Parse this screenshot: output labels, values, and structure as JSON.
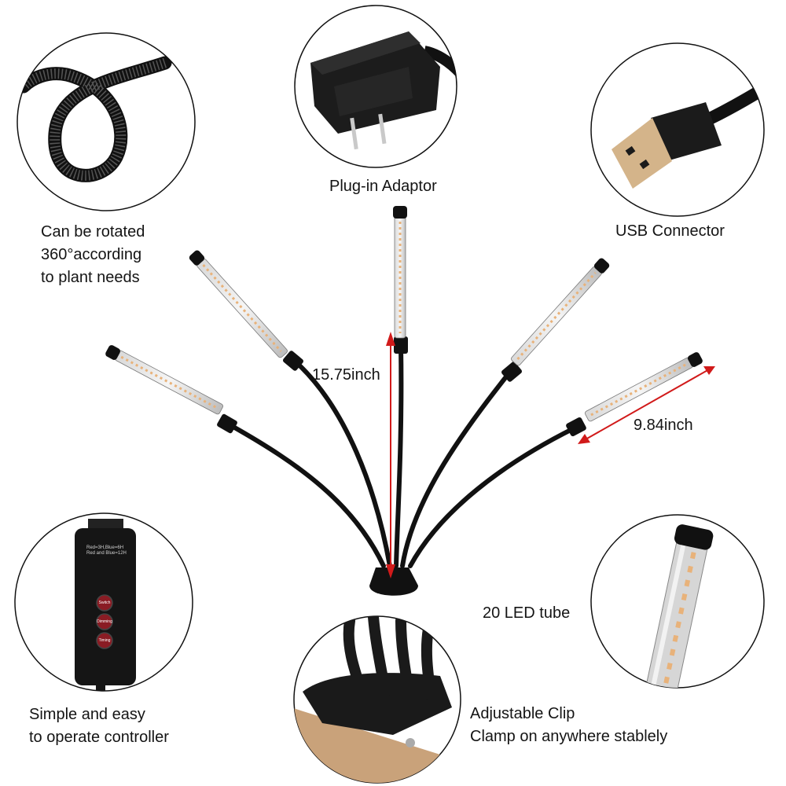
{
  "features": {
    "gooseneck": {
      "lines": [
        "Can be rotated",
        "360°according",
        "to plant needs"
      ]
    },
    "adaptor": {
      "label": "Plug-in Adaptor"
    },
    "usb": {
      "label": "USB Connector"
    },
    "controller": {
      "lines": [
        "Simple and easy",
        "to operate controller"
      ],
      "panel_text": [
        "Red=3H,Blue=6H",
        "Red and Blue=12H"
      ],
      "buttons": [
        "Switch",
        "Dimming",
        "Timing"
      ]
    },
    "clip": {
      "lines": [
        "Adjustable Clip",
        "Clamp on anywhere stablely"
      ]
    },
    "tube": {
      "label": "20 LED tube"
    }
  },
  "dimensions": {
    "height_label": "15.75inch",
    "tube_length_label": "9.84inch"
  },
  "colors": {
    "arrow": "#d11a1a",
    "product": "#111111",
    "led_warm": "#e8b27a",
    "button_red": "#8a1c24",
    "wood": "#c9a27a"
  }
}
